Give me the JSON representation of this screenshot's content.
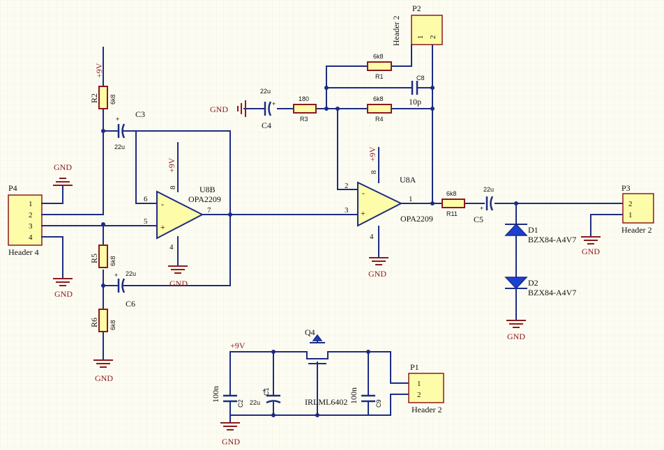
{
  "headers": {
    "p4": {
      "ref": "P4",
      "name": "Header 4",
      "pins": [
        "1",
        "2",
        "3",
        "4"
      ]
    },
    "p2": {
      "ref": "P2",
      "name": "Header 2",
      "pins": [
        "1",
        "2"
      ]
    },
    "p3": {
      "ref": "P3",
      "name": "Header 2",
      "pins": [
        "2",
        "1"
      ]
    },
    "p1": {
      "ref": "P1",
      "name": "Header 2",
      "pins": [
        "1",
        "2"
      ]
    }
  },
  "opamps": {
    "u8b": {
      "ref": "U8B",
      "part": "OPA2209",
      "pins": {
        "inv": "6",
        "noninv": "5",
        "out": "7",
        "vcc": "8",
        "gnd": "4"
      },
      "minus": "-",
      "plus": "+"
    },
    "u8a": {
      "ref": "U8A",
      "part": "OPA2209",
      "pins": {
        "inv": "2",
        "noninv": "3",
        "out": "1",
        "vcc": "8",
        "gnd": "4"
      },
      "minus": "-",
      "plus": "+"
    }
  },
  "resistors": {
    "r1": {
      "ref": "R1",
      "value": "6k8"
    },
    "r2": {
      "ref": "R2",
      "value": "6k8"
    },
    "r3": {
      "ref": "R3",
      "value": "180"
    },
    "r4": {
      "ref": "R4",
      "value": "6k8"
    },
    "r5": {
      "ref": "R5",
      "value": "6k8"
    },
    "r6": {
      "ref": "R6",
      "value": "6k8"
    },
    "r11": {
      "ref": "R11",
      "value": "6k8"
    }
  },
  "capacitors": {
    "c1": {
      "ref": "C1",
      "value": "22u"
    },
    "c2": {
      "ref": "C2",
      "value": "100n"
    },
    "c3": {
      "ref": "C3",
      "value": "22u"
    },
    "c4": {
      "ref": "C4",
      "value": "22u"
    },
    "c5": {
      "ref": "C5",
      "value": "22u"
    },
    "c6": {
      "ref": "C6",
      "value": "22u"
    },
    "c8": {
      "ref": "C8",
      "value": "10p"
    },
    "c9": {
      "ref": "C9",
      "value": "100n"
    }
  },
  "diodes": {
    "d1": {
      "ref": "D1",
      "part": "BZX84-A4V7"
    },
    "d2": {
      "ref": "D2",
      "part": "BZX84-A4V7"
    }
  },
  "mosfet": {
    "ref": "Q4",
    "part": "IRLML6402"
  },
  "power": {
    "vcc": "+9V",
    "gnd": "GND"
  },
  "colors": {
    "background": "#fdfcf3",
    "wire": "#1c2c83",
    "power": "#8b1a1a",
    "component_fill": "#fdfca8",
    "diode": "#1c40d0"
  }
}
